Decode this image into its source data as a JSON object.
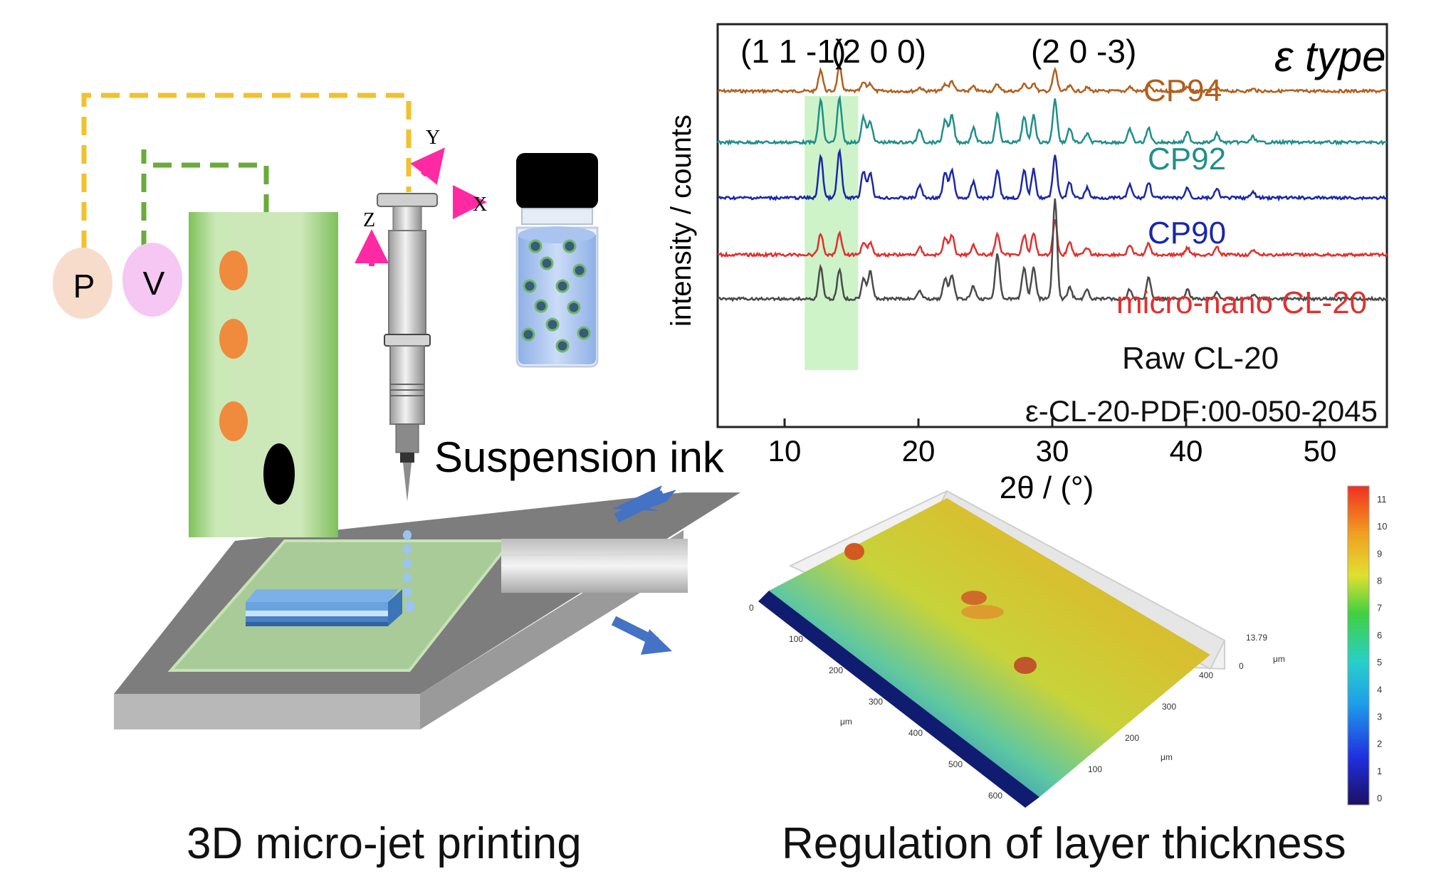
{
  "left_panel": {
    "pressure_label": "P",
    "voltage_label": "V",
    "axis_x": "X",
    "axis_y": "Y",
    "axis_z": "Z",
    "ink_label": "Suspension ink",
    "caption": "3D micro-jet printing",
    "colors": {
      "pressure_line": "#f2c12e",
      "voltage_line": "#6aab3c",
      "controller": "#bfe2a6",
      "dots": "#f08a3c"
    }
  },
  "xrd_panel": {
    "type_label": "ε type",
    "peak_labels": [
      "(1 1 -1)",
      "(2 0 0)",
      "(2 0 -3)"
    ],
    "pdf_label": "ε-CL-20-PDF:00-050-2045"
  },
  "surface_panel": {
    "caption": "Regulation of layer thickness",
    "colorbar_ticks": [
      "0",
      "1",
      "2",
      "3",
      "4",
      "5",
      "6",
      "7",
      "8",
      "9",
      "10",
      "11"
    ],
    "x_ticks": [
      "0",
      "100",
      "200",
      "300",
      "400",
      "500",
      "600"
    ],
    "y_ticks": [
      "100",
      "200",
      "300",
      "400"
    ],
    "z_ticks": [
      "0",
      "13.79"
    ],
    "unit": "μm"
  },
  "chart_data": {
    "type": "line",
    "xlabel": "2θ / (°)",
    "ylabel": "intensity / counts",
    "xlim": [
      5,
      55
    ],
    "x_ticks": [
      10,
      20,
      30,
      40,
      50
    ],
    "highlight_range": [
      11.5,
      15.5
    ],
    "peaks_x": [
      12.7,
      14.1,
      15.9,
      16.4,
      20.1,
      22.0,
      22.5,
      24.1,
      25.9,
      27.9,
      28.6,
      30.2,
      31.3,
      32.6,
      35.8,
      37.2,
      40.1,
      42.3,
      45.0
    ],
    "series": [
      {
        "name": "CP94",
        "color": "#b0601f",
        "baseline": 128,
        "peak_heights": [
          30,
          33,
          12,
          11,
          5,
          10,
          14,
          6,
          10,
          11,
          12,
          30,
          7,
          5,
          6,
          8,
          5,
          4,
          3
        ]
      },
      {
        "name": "CP92",
        "color": "#1f8f8a",
        "baseline": 200,
        "peak_heights": [
          60,
          62,
          35,
          30,
          18,
          32,
          38,
          20,
          40,
          35,
          38,
          60,
          20,
          12,
          18,
          20,
          14,
          12,
          8
        ]
      },
      {
        "name": "CP90",
        "color": "#1a27a8",
        "baseline": 278,
        "peak_heights": [
          60,
          66,
          38,
          36,
          18,
          36,
          40,
          22,
          40,
          38,
          40,
          60,
          22,
          14,
          18,
          22,
          14,
          12,
          8
        ]
      },
      {
        "name": "micro-nano CL-20",
        "color": "#e03030",
        "baseline": 358,
        "peak_heights": [
          30,
          32,
          18,
          18,
          10,
          24,
          28,
          14,
          30,
          28,
          30,
          48,
          18,
          10,
          14,
          16,
          10,
          10,
          6
        ]
      },
      {
        "name": "Raw CL-20",
        "color": "#4a4a4a",
        "baseline": 420,
        "peak_heights": [
          45,
          42,
          30,
          40,
          12,
          28,
          34,
          18,
          64,
          45,
          45,
          140,
          16,
          12,
          14,
          30,
          12,
          10,
          6
        ]
      }
    ]
  }
}
